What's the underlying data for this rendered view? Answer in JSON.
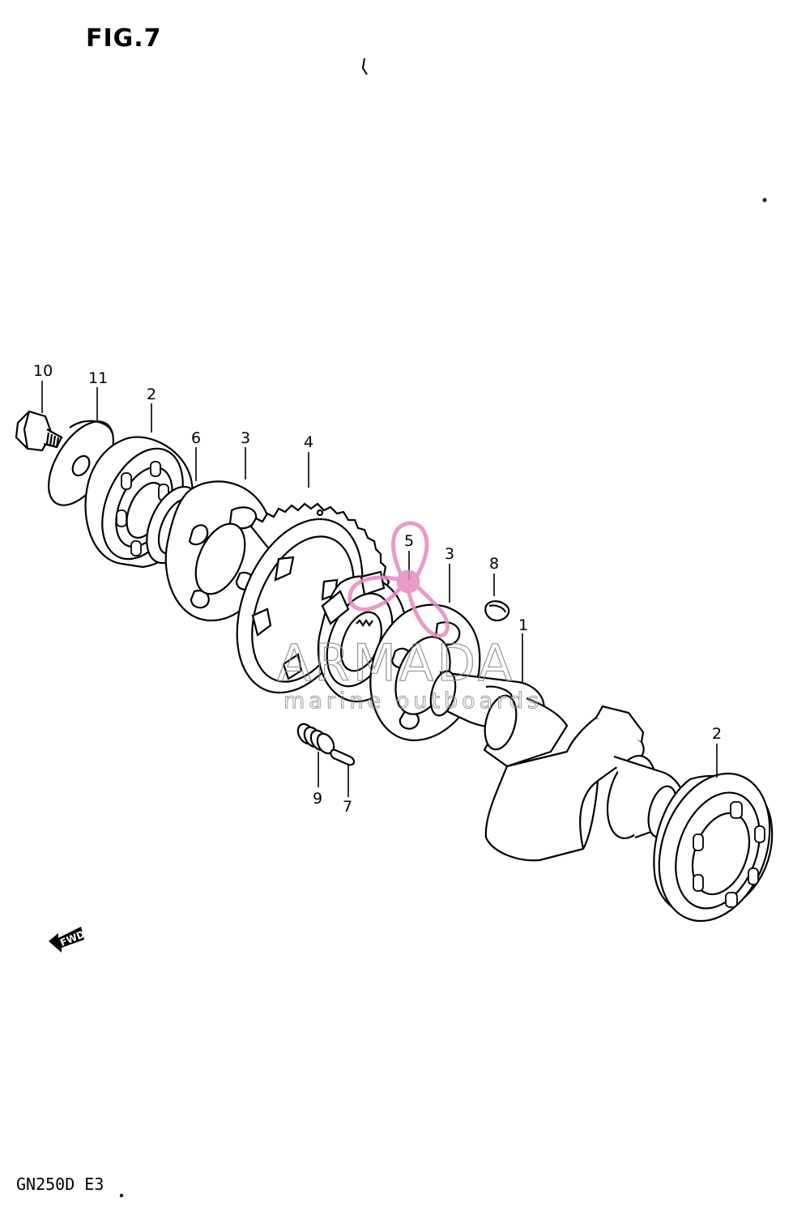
{
  "figure": {
    "title": "FIG.7",
    "model": "GN250D  E3"
  },
  "callouts": [
    "10",
    "11",
    "2",
    "6",
    "3",
    "4",
    "5",
    "3",
    "8",
    "1",
    "2",
    "9",
    "7"
  ],
  "forward_arrow": {
    "label": "FWD"
  },
  "watermark": {
    "brand": "ARMADA",
    "tagline": "marine outboards",
    "color": "#e58ac0"
  },
  "colors": {
    "line": "#000000",
    "background": "#ffffff"
  }
}
